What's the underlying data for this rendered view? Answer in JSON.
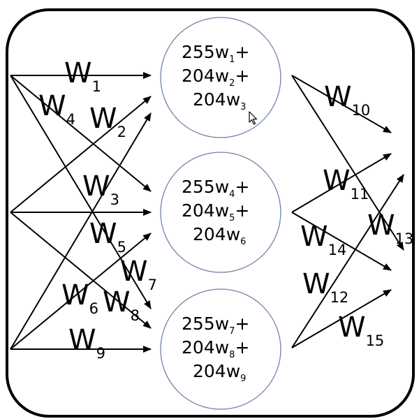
{
  "colors": {
    "frame": "#000000",
    "node_outline": "#6f86a8",
    "edge": "#000000"
  },
  "cursor": {
    "icon": "mouse-pointer-icon"
  },
  "edges": [
    {
      "name": "edge-w1",
      "from": "in-top",
      "to": "node-1",
      "label": "W",
      "sub": "1"
    },
    {
      "name": "edge-w2",
      "from": "in-mid",
      "to": "node-1",
      "label": "W",
      "sub": "2"
    },
    {
      "name": "edge-w3",
      "from": "in-bot",
      "to": "node-1",
      "label": "W",
      "sub": "3"
    },
    {
      "name": "edge-w4",
      "from": "in-top",
      "to": "node-2",
      "label": "W",
      "sub": "4"
    },
    {
      "name": "edge-w5",
      "from": "in-mid",
      "to": "node-2",
      "label": "W",
      "sub": "5"
    },
    {
      "name": "edge-w6",
      "from": "in-bot",
      "to": "node-2",
      "label": "W",
      "sub": "6"
    },
    {
      "name": "edge-w7",
      "from": "in-top",
      "to": "node-3",
      "label": "W",
      "sub": "7"
    },
    {
      "name": "edge-w8",
      "from": "in-mid",
      "to": "node-3",
      "label": "W",
      "sub": "8"
    },
    {
      "name": "edge-w9",
      "from": "in-bot",
      "to": "node-3",
      "label": "W",
      "sub": "9"
    },
    {
      "name": "edge-w10",
      "from": "node-1",
      "to": "out-1",
      "label": "W",
      "sub": "10"
    },
    {
      "name": "edge-w11",
      "from": "node-2",
      "to": "out-2",
      "label": "W",
      "sub": "11"
    },
    {
      "name": "edge-w12",
      "from": "node-3",
      "to": "out-3",
      "label": "W",
      "sub": "12"
    },
    {
      "name": "edge-w13",
      "from": "node-1",
      "to": "out-4",
      "label": "W",
      "sub": "13"
    },
    {
      "name": "edge-w14",
      "from": "node-2",
      "to": "out-5",
      "label": "W",
      "sub": "14"
    },
    {
      "name": "edge-w15",
      "from": "node-3",
      "to": "out-6",
      "label": "W",
      "sub": "15"
    }
  ],
  "nodes": [
    {
      "name": "node-1",
      "lines": [
        {
          "pre": "255w",
          "sub": "1",
          "post": "+"
        },
        {
          "pre": "204w",
          "sub": "2",
          "post": "+"
        },
        {
          "pre": "204w",
          "sub": "3",
          "post": ""
        }
      ]
    },
    {
      "name": "node-2",
      "lines": [
        {
          "pre": "255w",
          "sub": "4",
          "post": "+"
        },
        {
          "pre": "204w",
          "sub": "5",
          "post": "+"
        },
        {
          "pre": "204w",
          "sub": "6",
          "post": ""
        }
      ]
    },
    {
      "name": "node-3",
      "lines": [
        {
          "pre": "255w",
          "sub": "7",
          "post": "+"
        },
        {
          "pre": "204w",
          "sub": "8",
          "post": "+"
        },
        {
          "pre": "204w",
          "sub": "9",
          "post": ""
        }
      ]
    }
  ]
}
